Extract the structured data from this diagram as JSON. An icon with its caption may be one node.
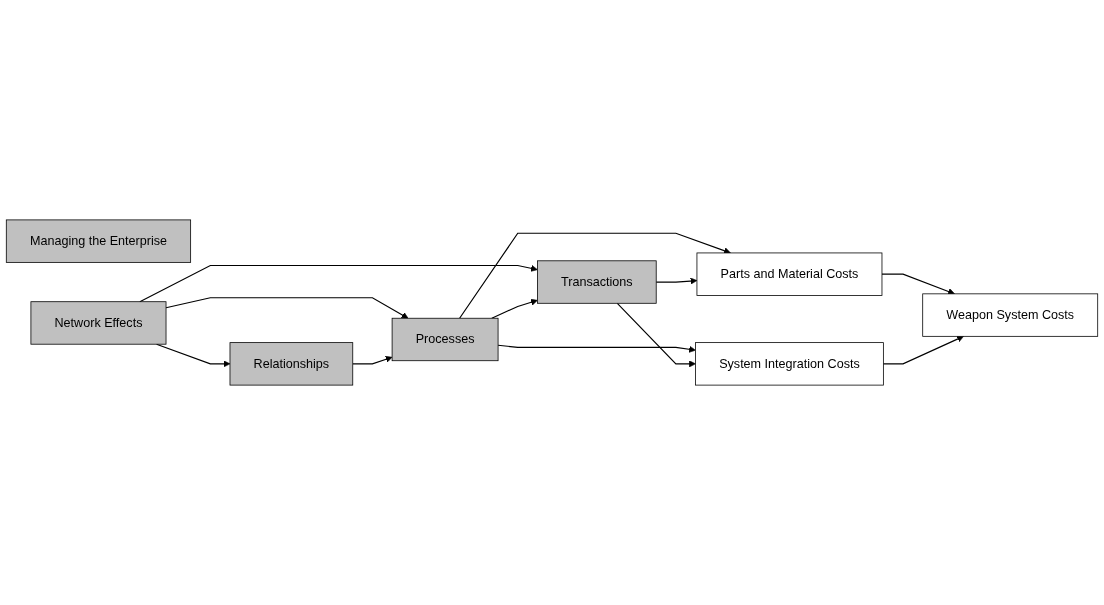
{
  "diagram": {
    "nodes": [
      {
        "text": [
          "Managing the Enterprise"
        ]
      },
      {
        "text": [
          "Network Effects"
        ]
      },
      {
        "text": [
          "Relationships"
        ]
      },
      {
        "text": [
          "Processes"
        ]
      },
      {
        "text": [
          "Transactions"
        ]
      },
      {
        "text": [
          "Parts and Material Costs"
        ]
      },
      {
        "text": [
          "System Integration Costs"
        ]
      },
      {
        "text": [
          "Weapon System Costs"
        ]
      }
    ],
    "edges": [
      {
        "from": 1,
        "to": 2,
        "arrow": "to"
      },
      {
        "from": 1,
        "to": 3,
        "arrow": "to"
      },
      {
        "from": 1,
        "to": 4,
        "arrow": "to"
      },
      {
        "from": 2,
        "to": 3,
        "arrow": "to"
      },
      {
        "from": 3,
        "to": 4,
        "arrow": "to"
      },
      {
        "from": 3,
        "to": 5,
        "arrow": "to"
      },
      {
        "from": 3,
        "to": 6,
        "arrow": "to"
      },
      {
        "from": 4,
        "to": 5,
        "arrow": "to"
      },
      {
        "from": 4,
        "to": 6,
        "arrow": "to"
      },
      {
        "from": 5,
        "to": 7,
        "arrow": "to"
      },
      {
        "from": 6,
        "to": 7,
        "arrow": "to"
      }
    ]
  }
}
